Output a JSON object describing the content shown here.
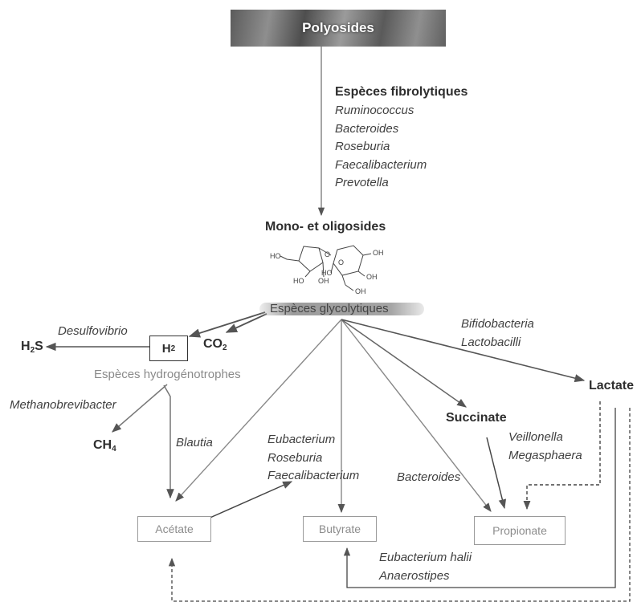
{
  "banner": {
    "label": "Polyosides"
  },
  "fibrolytic": {
    "title": "Espèces fibrolytiques",
    "species": [
      "Ruminococcus",
      "Bacteroides",
      "Roseburia",
      "Faecalibacterium",
      "Prevotella"
    ]
  },
  "mono": {
    "title": "Mono- et oligosides"
  },
  "glycolytic": {
    "label": "Espèces glycolytiques"
  },
  "desulfovibrio": "Desulfovibrio",
  "h2s": {
    "main": "H",
    "sub": "2",
    "tail": "S"
  },
  "h2": {
    "main": "H",
    "sub": "2"
  },
  "co2": {
    "main": "CO",
    "sub": "2"
  },
  "hydrogenotrophes": "Espèces hydrogénotrophes",
  "methanobrevibacter": "Methanobrevibacter",
  "ch4": {
    "main": "CH",
    "sub": "4"
  },
  "blautia": "Blautia",
  "bifido": [
    "Bifidobacteria",
    "Lactobacilli"
  ],
  "lactate": "Lactate",
  "succinate": "Succinate",
  "veillonella": [
    "Veillonella",
    "Megasphaera"
  ],
  "eubacterium_group": [
    "Eubacterium",
    "Roseburia",
    "Faecalibacterium"
  ],
  "bacteroides": "Bacteroides",
  "boxes": {
    "acetate": "Acétate",
    "butyrate": "Butyrate",
    "propionate": "Propionate"
  },
  "eub_halii": [
    "Eubacterium halii",
    "Anaerostipes"
  ],
  "molecule_labels": [
    "HO",
    "O",
    "O",
    "OH",
    "HO",
    "OH",
    "HO",
    "OH",
    "OH"
  ],
  "colors": {
    "arrow": "#666666",
    "dark": "#333333",
    "box_text": "#8c8c8c"
  }
}
